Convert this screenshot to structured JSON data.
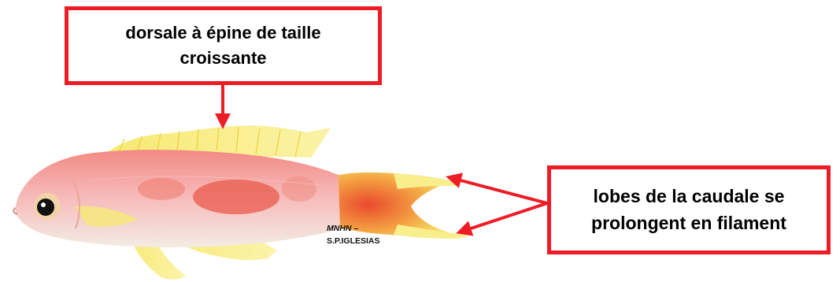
{
  "labels": {
    "dorsal": "dorsale à épine de taille croissante",
    "caudal": "lobes de la caudale se prolongent en filament"
  },
  "credit": {
    "institution": "MNHN",
    "separator": " –",
    "author": "S.P.IGLESIAS"
  },
  "colors": {
    "annotation_red": "#ee1c25",
    "fish_body_pink": "#f4a3a8",
    "fish_fin_yellow": "#f3e35a",
    "fish_patch_red": "#e8473c"
  },
  "icons": {
    "fish": "anthias-fish-illustration",
    "arrow": "red-arrow"
  }
}
